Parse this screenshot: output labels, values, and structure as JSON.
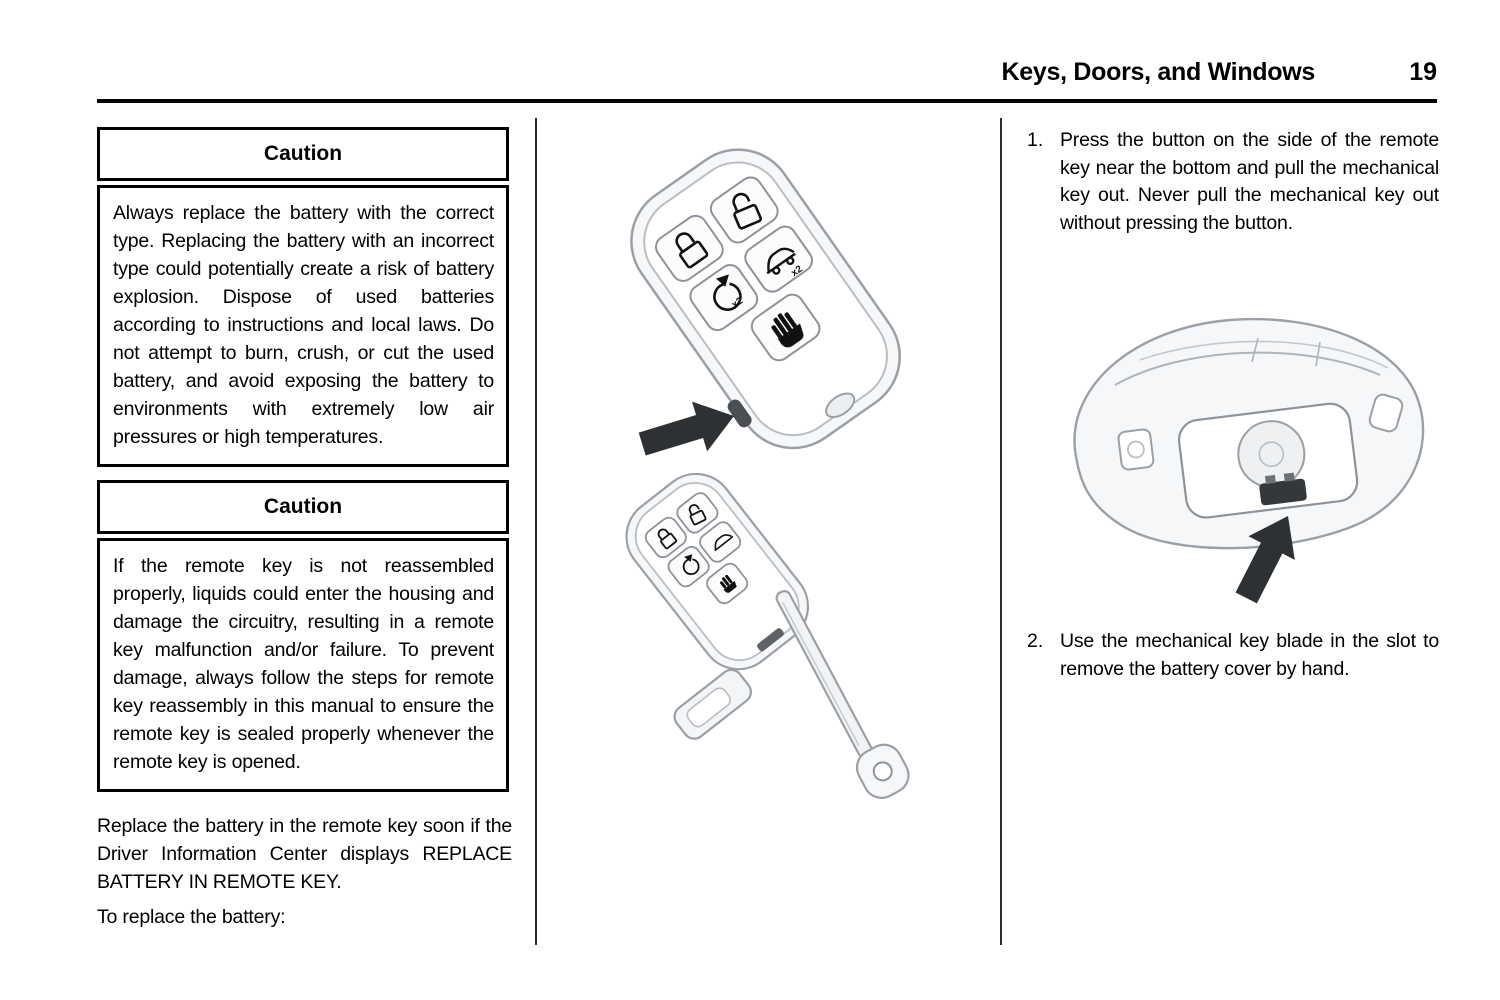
{
  "header": {
    "title": "Keys, Doors, and Windows",
    "page_number": "19"
  },
  "left_column": {
    "caution1": {
      "title": "Caution",
      "body": "Always replace the battery with the correct type. Replacing the battery with an incorrect type could potentially create a risk of battery explosion. Dispose of used batteries according to instructions and local laws. Do not attempt to burn, crush, or cut the used battery, and avoid exposing the battery to environments with extremely low air pressures or high temperatures."
    },
    "caution2": {
      "title": "Caution",
      "body": "If the remote key is not reassembled properly, liquids could enter the housing and damage the circuitry, resulting in a remote key malfunction and/or failure. To prevent damage, always follow the steps for remote key reassembly in this manual to ensure the remote key is sealed properly whenever the remote key is opened."
    },
    "paragraph_replace": "Replace the battery in the remote key soon if the Driver Information Center displays REPLACE BATTERY IN REMOTE KEY.",
    "paragraph_to_replace": "To replace the battery:"
  },
  "right_column": {
    "steps": [
      {
        "number": "1.",
        "text": "Press the button on the side of the remote key near the bottom and pull the mechanical key out. Never pull the mechanical key out without pressing the button."
      },
      {
        "number": "2.",
        "text": "Use the mechanical key blade in the slot to remove the battery cover by hand."
      }
    ]
  },
  "figures": {
    "remote_key_front": {
      "name": "remote-key-front-view",
      "button_icons": [
        "lock-icon",
        "unlock-icon",
        "remote-start-icon",
        "liftgate-icon",
        "panic-icon"
      ],
      "x2_label": "x2"
    },
    "remote_key_exploded": {
      "name": "remote-key-with-mechanical-key-removed"
    },
    "remote_key_back": {
      "name": "remote-key-back-battery-cover-open"
    }
  }
}
